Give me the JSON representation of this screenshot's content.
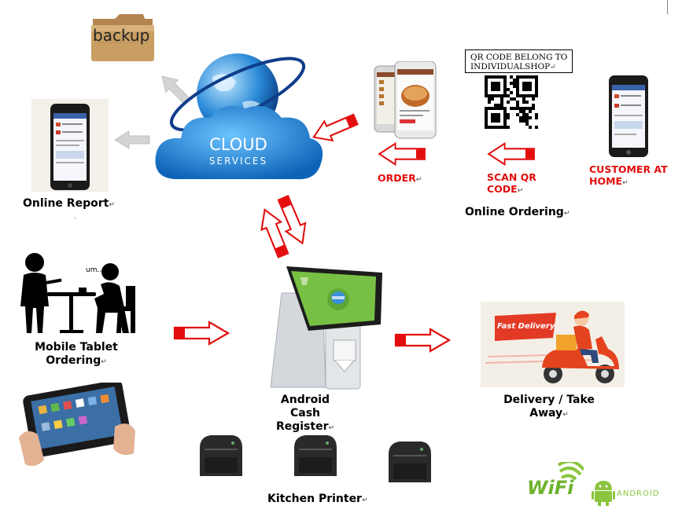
{
  "labels": {
    "backup": "backup",
    "cloud_line1": "CLOUD",
    "cloud_line2": "SERVICES",
    "online_report": "Online Report",
    "qr_note": "QR CODE BELONG TO INDIVIDUALSHOP",
    "order": "ORDER",
    "scan_qr_line1": "SCAN QR",
    "scan_qr_line2": "CODE",
    "customer_line1": "CUSTOMER AT",
    "customer_line2": "HOME",
    "online_ordering": "Online Ordering",
    "mobile_line1": "Mobile Tablet",
    "mobile_line2": "Ordering",
    "register_line1": "Android Cash",
    "register_line2": "Register",
    "delivery_line1": "Delivery / Take",
    "delivery_line2": "Away",
    "kitchen_printer": "Kitchen Printer",
    "fast_delivery": "Fast Delivery",
    "speech": "um...",
    "wifi": "WiFi",
    "android": "ANDROID"
  },
  "marks": {
    "para": "↵",
    "dot": "."
  },
  "colors": {
    "arrow_red": "#e30d0d",
    "arrow_gray": "#c8c8c8",
    "cloud_blue": "#1e86d6",
    "folder": "#c79a5c"
  },
  "icons": [
    "folder-icon",
    "cloud-services-icon",
    "globe-icon",
    "phone-icon",
    "qr-code-icon",
    "people-at-table-icon",
    "tablet-icon",
    "pos-register-icon",
    "delivery-scooter-icon",
    "receipt-printer-icon",
    "wifi-logo-icon",
    "android-logo-icon"
  ]
}
